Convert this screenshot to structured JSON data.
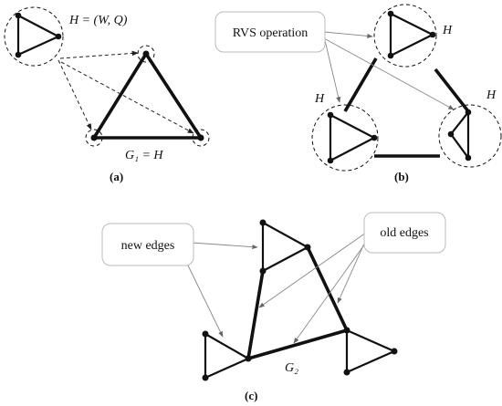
{
  "panel_a": {
    "label": "(a)",
    "h_equation": "H = (W, Q)",
    "g1_equation": "G₁ = H"
  },
  "panel_b": {
    "label": "(b)",
    "callout": "RVS operation",
    "h_label_top": "H",
    "h_label_left": "H",
    "h_label_right": "H"
  },
  "panel_c": {
    "label": "(c)",
    "callout_new": "new edges",
    "callout_old": "old edges",
    "g2_label": "G₂"
  }
}
